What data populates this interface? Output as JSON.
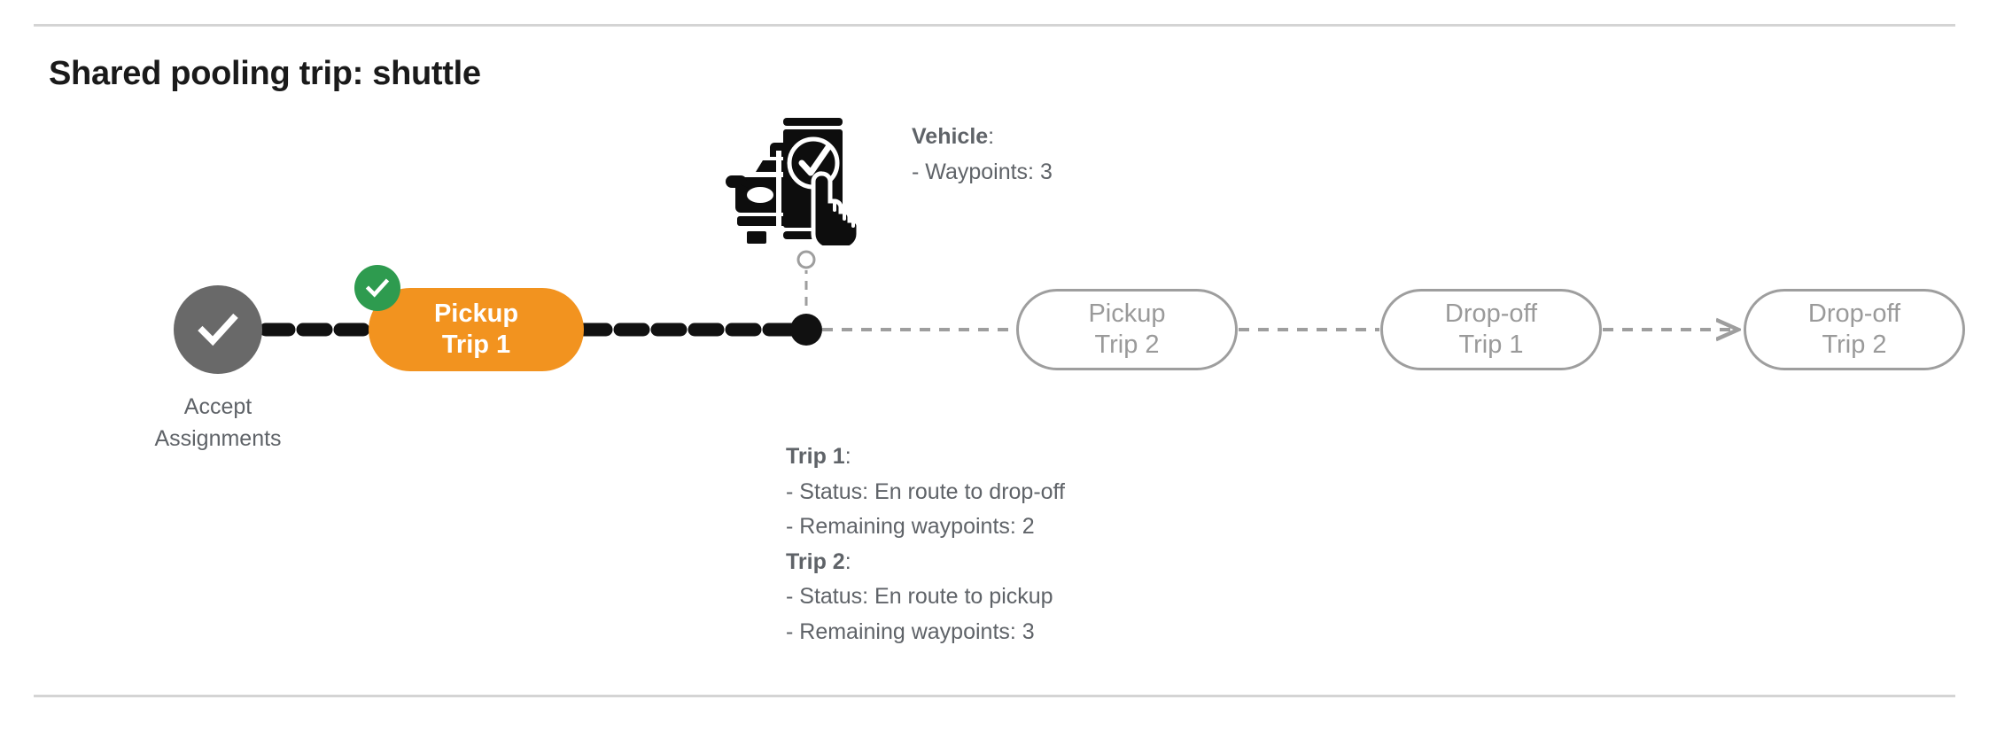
{
  "page": {
    "title": "Shared pooling trip: shuttle"
  },
  "diagram": {
    "start_node": {
      "icon": "check-icon",
      "caption_line1": "Accept",
      "caption_line2": "Assignments"
    },
    "active_node": {
      "line1": "Pickup",
      "line2": "Trip 1",
      "badge_icon": "check-badge-icon",
      "color": "#F2931F",
      "badge_color": "#2E9B4F"
    },
    "pending_nodes": [
      {
        "line1": "Pickup",
        "line2": "Trip 2"
      },
      {
        "line1": "Drop-off",
        "line2": "Trip 1"
      },
      {
        "line1": "Drop-off",
        "line2": "Trip 2"
      }
    ],
    "vehicle_marker": {
      "icon": "car-phone-check-icon"
    },
    "colors": {
      "completed_path": "#111111",
      "pending_path": "#9e9e9e",
      "start_circle": "#696969",
      "text_gray": "#5f6368"
    }
  },
  "annotations": {
    "vehicle": {
      "heading": "Vehicle",
      "heading_suffix": ":",
      "lines": [
        "- Waypoints: 3"
      ]
    },
    "trips": [
      {
        "heading": "Trip 1",
        "heading_suffix": ":",
        "lines": [
          "- Status:  En route to drop-off",
          "- Remaining waypoints: 2"
        ]
      },
      {
        "heading": "Trip 2",
        "heading_suffix": ":",
        "lines": [
          "- Status:  En route to pickup",
          "- Remaining waypoints: 3"
        ]
      }
    ]
  }
}
